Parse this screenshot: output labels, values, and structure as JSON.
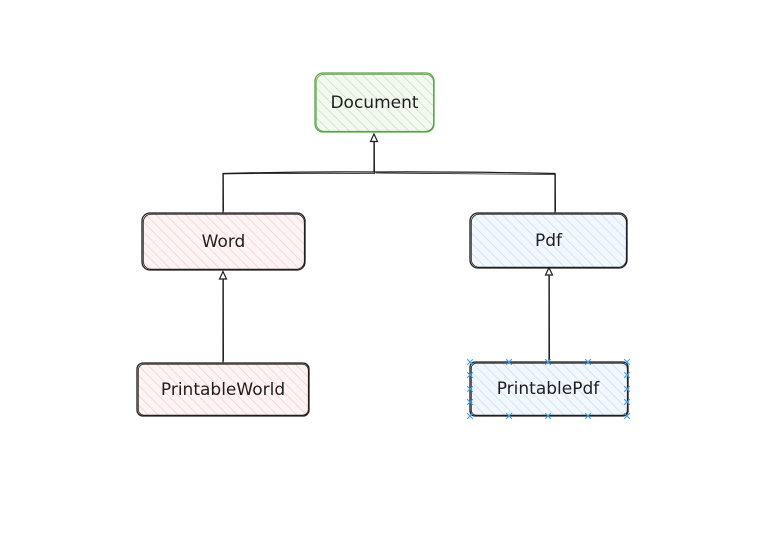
{
  "diagram": {
    "colors": {
      "stroke": "#1e1e1e",
      "green_stroke": "#5aa14a",
      "green_fill": "#ebf5e6",
      "pink_fill": "#fde7e7",
      "blue_fill": "#e6eefb",
      "selection": "#3b9ee8"
    },
    "nodes": {
      "document": {
        "label": "Document"
      },
      "word": {
        "label": "Word"
      },
      "pdf": {
        "label": "Pdf"
      },
      "printable_world": {
        "label": "PrintableWorld"
      },
      "printable_pdf": {
        "label": "PrintablePdf"
      }
    }
  }
}
